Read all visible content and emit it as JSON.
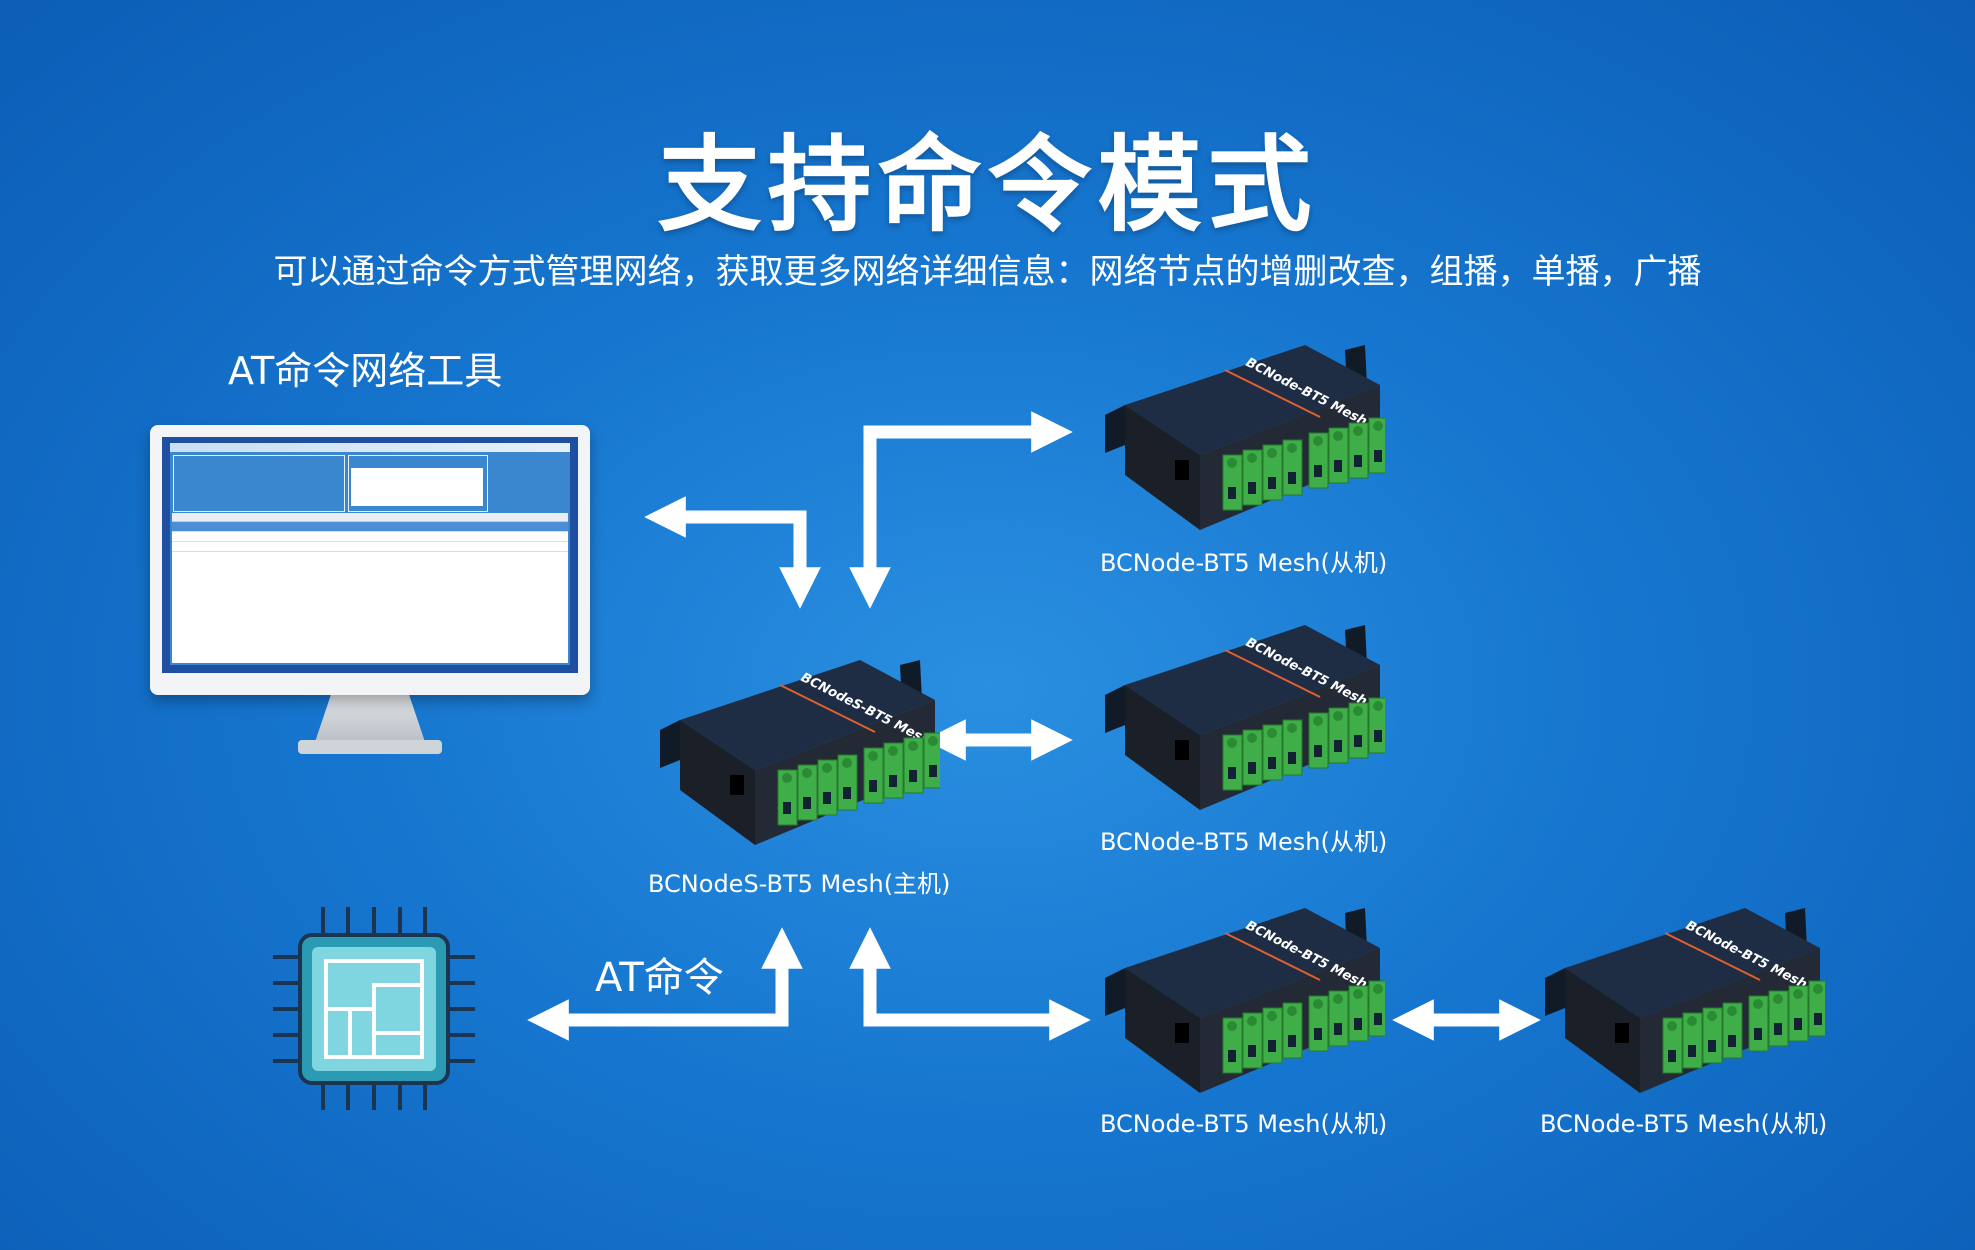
{
  "title": "支持命令模式",
  "subtitle": "可以通过命令方式管理网络，获取更多网络详细信息：网络节点的增删改查，组播，单播，广播",
  "tool_label": "AT命令网络工具",
  "at_label": "AT命令",
  "devices": {
    "master": {
      "label": "BCNodeS-BT5 Mesh(主机)",
      "model": "BCNodeS-BT5 Mesh"
    },
    "slave1": {
      "label": "BCNode-BT5 Mesh(从机)",
      "model": "BCNode-BT5 Mesh"
    },
    "slave2": {
      "label": "BCNode-BT5 Mesh(从机)",
      "model": "BCNode-BT5 Mesh"
    },
    "slave3": {
      "label": "BCNode-BT5 Mesh(从机)",
      "model": "BCNode-BT5 Mesh"
    },
    "slave4": {
      "label": "BCNode-BT5 Mesh(从机)",
      "model": "BCNode-BT5 Mesh"
    }
  },
  "colors": {
    "background": "#1676cf",
    "arrow": "#ffffff",
    "terminal": "#3fae49",
    "device_body": "#1e2c44"
  }
}
